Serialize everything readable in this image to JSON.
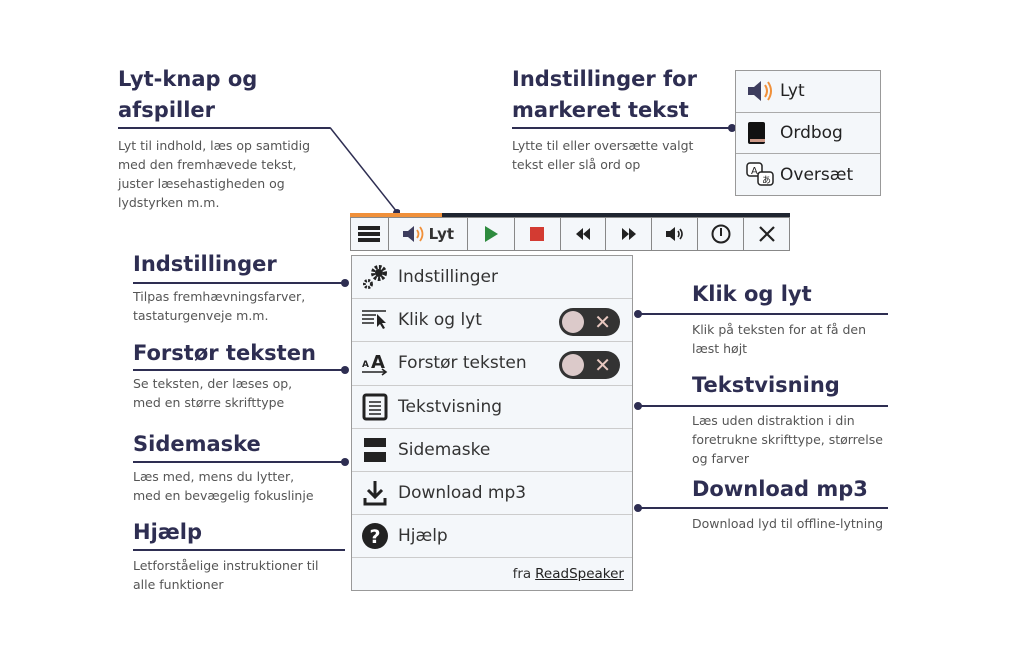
{
  "annotations": {
    "lyt_knap": {
      "title1": "Lyt-knap og",
      "title2": "afspiller",
      "desc": "Lyt til indhold, læs op samtidig med den fremhævede tekst, juster læsehastigheden og lydstyrken m.m."
    },
    "markeret": {
      "title1": "Indstillinger for",
      "title2": "markeret tekst",
      "desc": "Lytte til eller oversætte valgt tekst eller slå ord op"
    },
    "indstillinger": {
      "title": "Indstillinger",
      "desc": "Tilpas fremhævningsfarver, tastaturgenveje m.m."
    },
    "forstor": {
      "title": "Forstør teksten",
      "desc": "Se teksten, der læses op, med en større skrifttype"
    },
    "sidemaske": {
      "title": "Sidemaske",
      "desc": "Læs med, mens du lytter, med en bevægelig fokuslinje"
    },
    "hjaelp": {
      "title": "Hjælp",
      "desc": "Letforståelige instruktioner til alle funktioner"
    },
    "klik": {
      "title": "Klik og lyt",
      "desc": "Klik på teksten for at få den læst højt"
    },
    "tekstvisning": {
      "title": "Tekstvisning",
      "desc": "Læs uden distraktion i din foretrukne skrifttype, størrelse og farver"
    },
    "download": {
      "title": "Download mp3",
      "desc": "Download lyd til offline-lytning"
    }
  },
  "toolbar": {
    "lyt_label": "Lyt",
    "progress": 0.21
  },
  "menu": {
    "items": [
      "Indstillinger",
      "Klik og lyt",
      "Forstør teksten",
      "Tekstvisning",
      "Sidemaske",
      "Download mp3",
      "Hjælp"
    ],
    "footer_prefix": "fra",
    "footer_link": "ReadSpeaker"
  },
  "selection": {
    "items": [
      "Lyt",
      "Ordbog",
      "Oversæt"
    ]
  },
  "colors": {
    "accent": "#f0903a",
    "navy": "#2e2e52",
    "play": "#2e8b3e",
    "stop": "#d33b32"
  }
}
